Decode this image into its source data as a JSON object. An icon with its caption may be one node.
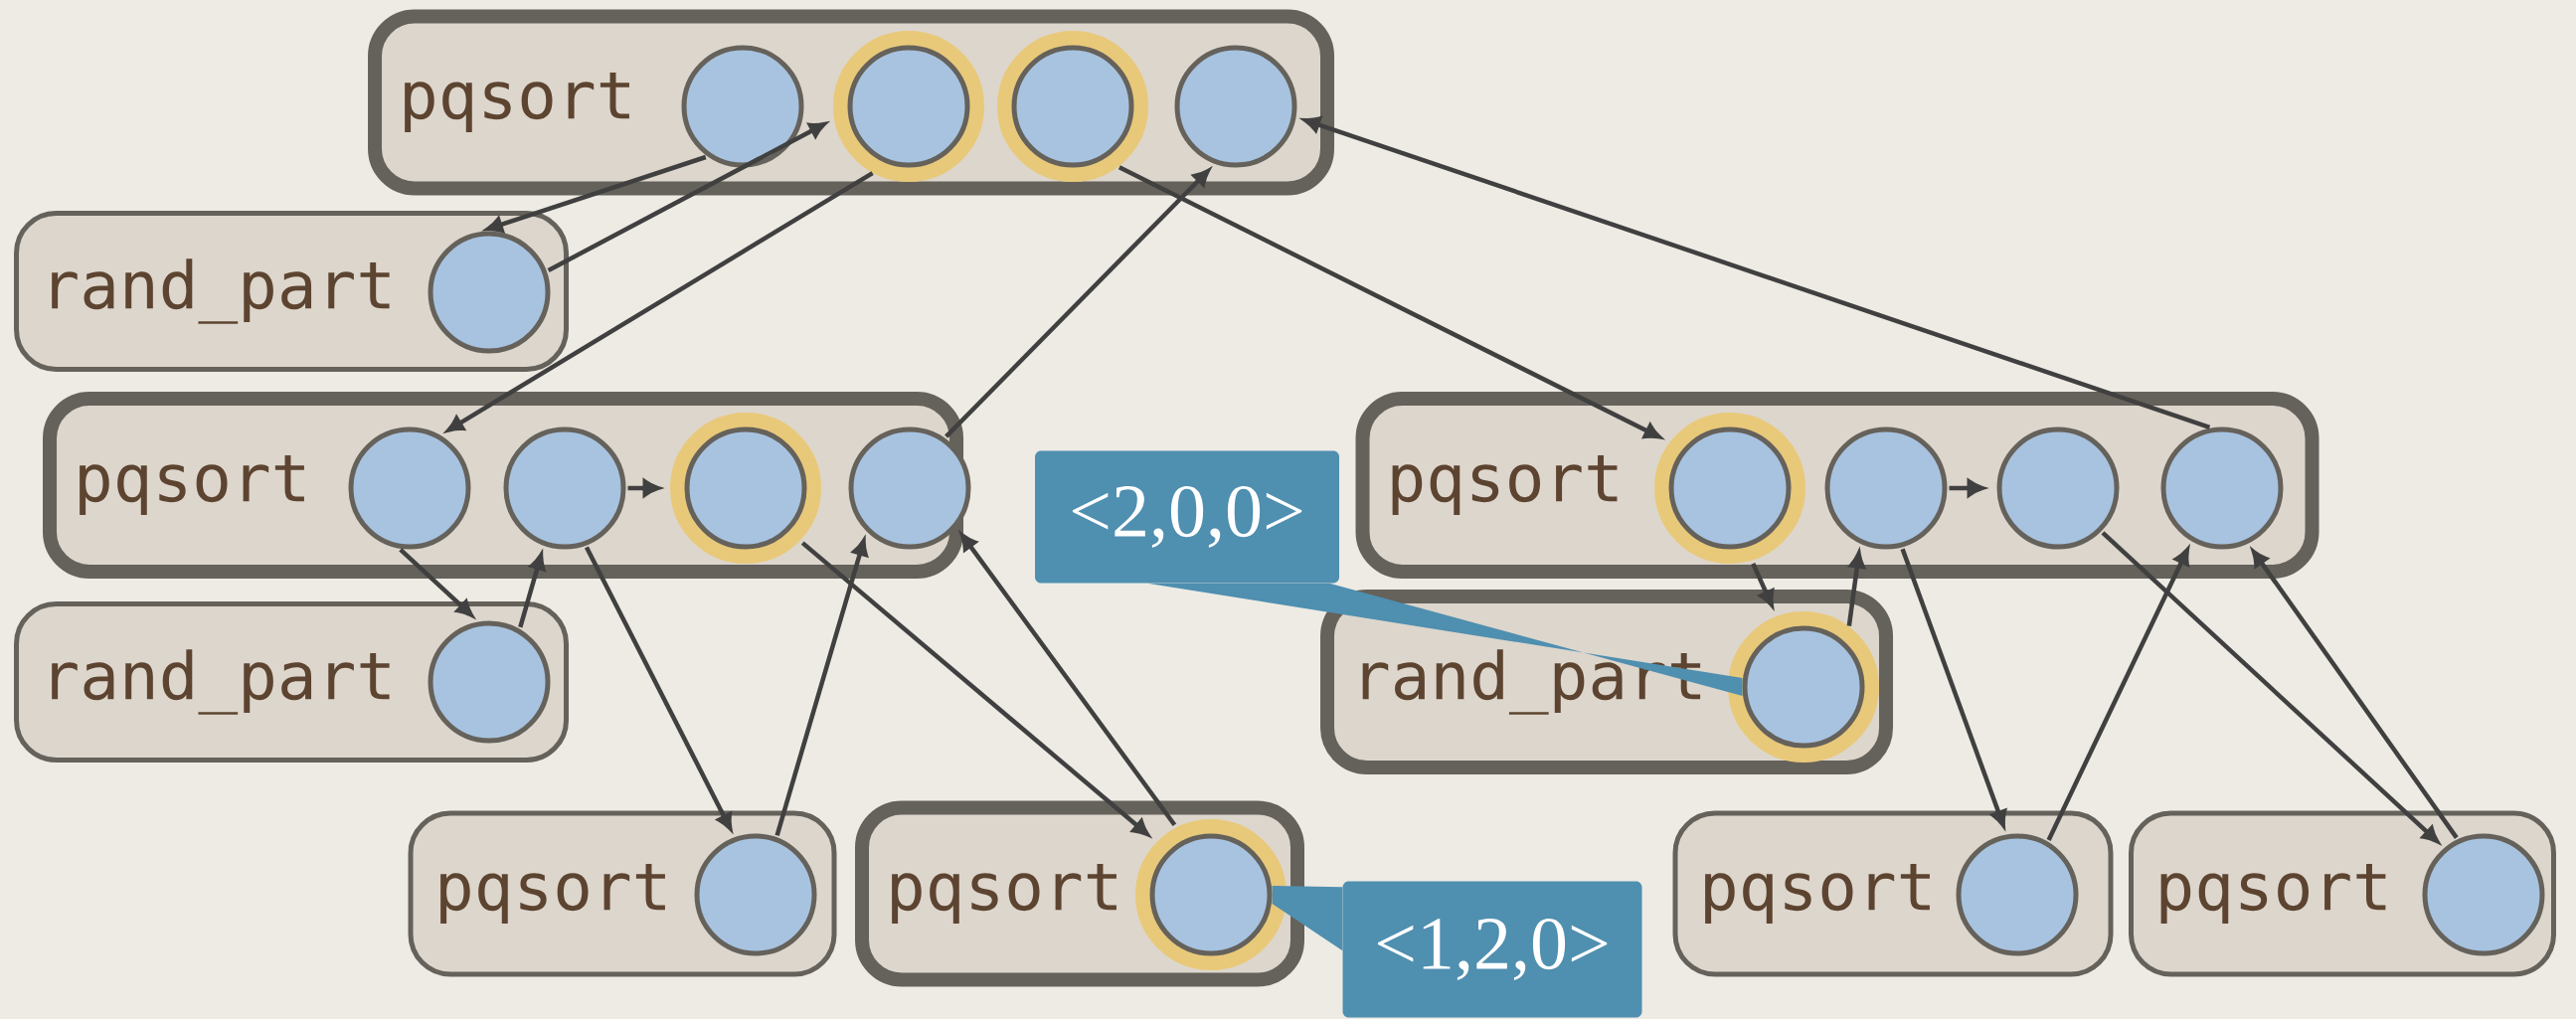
{
  "diagram": {
    "nodes": [
      {
        "text": [
          "pqsort"
        ]
      },
      {
        "text": [],
        "shape": "circle",
        "in": 0
      },
      {
        "text": [],
        "shape": "circle",
        "in": 0
      },
      {
        "text": [],
        "shape": "circle",
        "in": 0
      },
      {
        "text": [],
        "shape": "circle",
        "in": 0
      },
      {
        "text": [
          "rand_part"
        ]
      },
      {
        "text": [],
        "shape": "circle",
        "in": 5
      },
      {
        "text": [
          "pqsort"
        ]
      },
      {
        "text": [],
        "shape": "circle",
        "in": 7
      },
      {
        "text": [],
        "shape": "circle",
        "in": 7
      },
      {
        "text": [],
        "shape": "circle",
        "in": 7
      },
      {
        "text": [],
        "shape": "circle",
        "in": 7
      },
      {
        "text": [
          "<2,0,0>"
        ]
      },
      {
        "text": [
          "pqsort"
        ]
      },
      {
        "text": [],
        "shape": "circle",
        "in": 13
      },
      {
        "text": [],
        "shape": "circle",
        "in": 13
      },
      {
        "text": [],
        "shape": "circle",
        "in": 13
      },
      {
        "text": [],
        "shape": "circle",
        "in": 13
      },
      {
        "text": [
          "rand_part"
        ]
      },
      {
        "text": [],
        "shape": "circle",
        "in": 18
      },
      {
        "text": [
          "rand_part"
        ]
      },
      {
        "text": [],
        "shape": "circle",
        "in": 20
      },
      {
        "text": [
          "pqsort"
        ]
      },
      {
        "text": [],
        "shape": "circle",
        "in": 22
      },
      {
        "text": [
          "pqsort"
        ]
      },
      {
        "text": [],
        "shape": "circle",
        "in": 24
      },
      {
        "text": [
          "<1,2,0>"
        ]
      },
      {
        "text": [
          "pqsort"
        ]
      },
      {
        "text": [],
        "shape": "circle",
        "in": 27
      },
      {
        "text": [
          "pqsort"
        ]
      },
      {
        "text": [],
        "shape": "circle",
        "in": 29
      }
    ],
    "edges": [
      {
        "from": 1,
        "to": 6,
        "arrow": "to"
      },
      {
        "from": 6,
        "to": 2,
        "arrow": "to"
      },
      {
        "from": 2,
        "to": 8,
        "arrow": "to"
      },
      {
        "from": 11,
        "to": 4,
        "arrow": "to"
      },
      {
        "from": 3,
        "to": 14,
        "arrow": "to"
      },
      {
        "from": 17,
        "to": 4,
        "arrow": "to"
      },
      {
        "from": 8,
        "to": 19,
        "arrow": "to"
      },
      {
        "from": 19,
        "to": 9,
        "arrow": "to"
      },
      {
        "from": 9,
        "to": 10,
        "arrow": "to"
      },
      {
        "from": 9,
        "to": 23,
        "arrow": "to"
      },
      {
        "from": 23,
        "to": 11,
        "arrow": "to"
      },
      {
        "from": 10,
        "to": 25,
        "arrow": "to"
      },
      {
        "from": 25,
        "to": 11,
        "arrow": "to"
      },
      {
        "from": 14,
        "to": 21,
        "arrow": "to"
      },
      {
        "from": 21,
        "to": 15,
        "arrow": "to"
      },
      {
        "from": 15,
        "to": 16,
        "arrow": "to"
      },
      {
        "from": 15,
        "to": 28,
        "arrow": "to"
      },
      {
        "from": 28,
        "to": 17,
        "arrow": "to"
      },
      {
        "from": 16,
        "to": 30,
        "arrow": "to"
      },
      {
        "from": 30,
        "to": 17,
        "arrow": "to"
      },
      {
        "from": 12,
        "to": 21,
        "arrow": "none"
      },
      {
        "from": 26,
        "to": 25,
        "arrow": "none"
      }
    ]
  }
}
